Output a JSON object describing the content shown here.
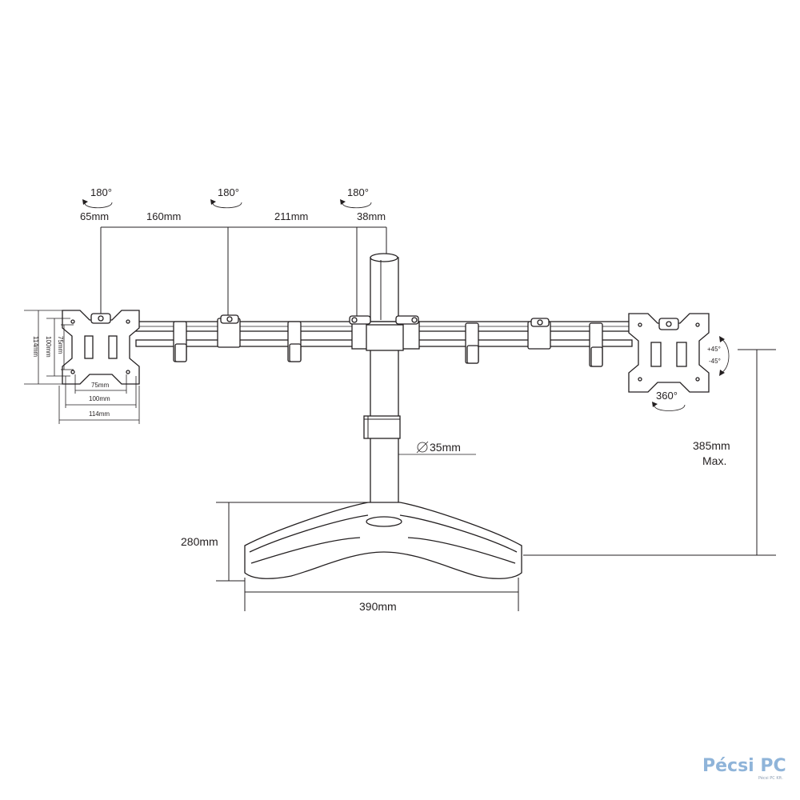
{
  "rotation": {
    "arm_left": "180°",
    "arm_middle": "180°",
    "arm_right": "180°",
    "vesa_rotation": "360°",
    "tilt_up": "+45°",
    "tilt_down": "-45°"
  },
  "arm_dimensions": {
    "segment_1": "65mm",
    "segment_2": "160mm",
    "segment_3": "211mm",
    "segment_4": "38mm"
  },
  "vesa": {
    "width_75": "75mm",
    "width_100": "100mm",
    "width_114": "114mm",
    "height_75": "75mm",
    "height_100": "100mm",
    "height_114": "114mm"
  },
  "pole": {
    "diameter": "35mm"
  },
  "stand": {
    "height": "280mm",
    "base_width": "390mm",
    "max_height": "385mm",
    "max_label": "Max."
  },
  "logo": {
    "name": "Pécsi PC",
    "tagline": "Pécsi PC Kft."
  }
}
